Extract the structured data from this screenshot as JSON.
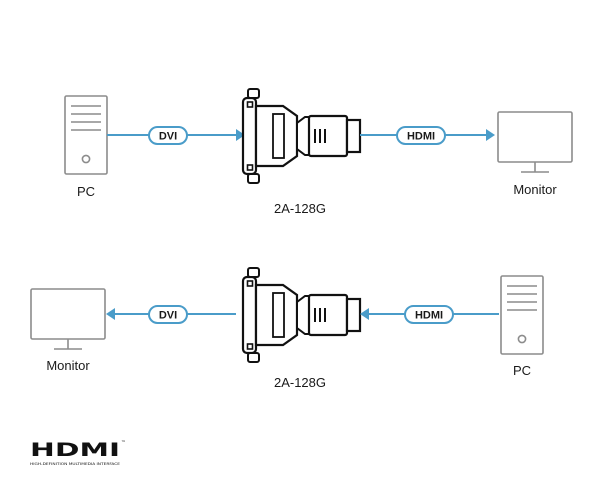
{
  "rows": [
    {
      "left_device_label": "PC",
      "left_cable_label": "DVI",
      "adapter_label": "2A-128G",
      "right_cable_label": "HDMI",
      "right_device_label": "Monitor"
    },
    {
      "left_device_label": "Monitor",
      "left_cable_label": "DVI",
      "adapter_label": "2A-128G",
      "right_cable_label": "HDMI",
      "right_device_label": "PC"
    }
  ],
  "colors": {
    "line": "#4a9cc9",
    "device_stroke": "#8c8c8c",
    "adapter": "#111111"
  },
  "icons": {
    "pc": "pc-tower-icon",
    "monitor": "monitor-icon",
    "adapter": "dvi-hdmi-adapter-icon",
    "logo": "hdmi-logo"
  },
  "logo": {
    "wordmark": "HDMI",
    "trademark": "™",
    "tagline": "HIGH-DEFINITION MULTIMEDIA INTERFACE"
  }
}
